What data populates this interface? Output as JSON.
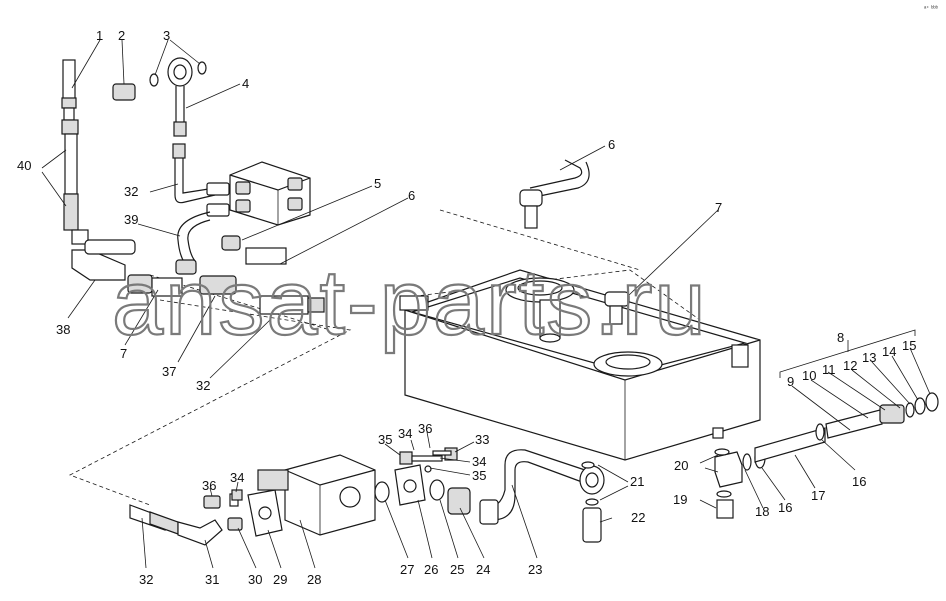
{
  "watermark": "ansat-parts.ru",
  "corner_mark": "ᵃ⁺ ᵇᵇᵇ",
  "callouts": {
    "c1": "1",
    "c2": "2",
    "c3": "3",
    "c4": "4",
    "c5": "5",
    "c6a": "6",
    "c6b": "6",
    "c7a": "7",
    "c7b": "7",
    "c8": "8",
    "c9": "9",
    "c10": "10",
    "c11": "11",
    "c12": "12",
    "c13": "13",
    "c14": "14",
    "c15": "15",
    "c16a": "16",
    "c16b": "16",
    "c17": "17",
    "c18": "18",
    "c19": "19",
    "c20": "20",
    "c21": "21",
    "c22": "22",
    "c23": "23",
    "c24": "24",
    "c25": "25",
    "c26": "26",
    "c27": "27",
    "c28": "28",
    "c29": "29",
    "c30": "30",
    "c31": "31",
    "c32a": "32",
    "c32b": "32",
    "c32c": "32",
    "c33": "33",
    "c34a": "34",
    "c34b": "34",
    "c34c": "34",
    "c35a": "35",
    "c35b": "35",
    "c36a": "36",
    "c36b": "36",
    "c37": "37",
    "c38": "38",
    "c39": "39",
    "c40": "40"
  }
}
